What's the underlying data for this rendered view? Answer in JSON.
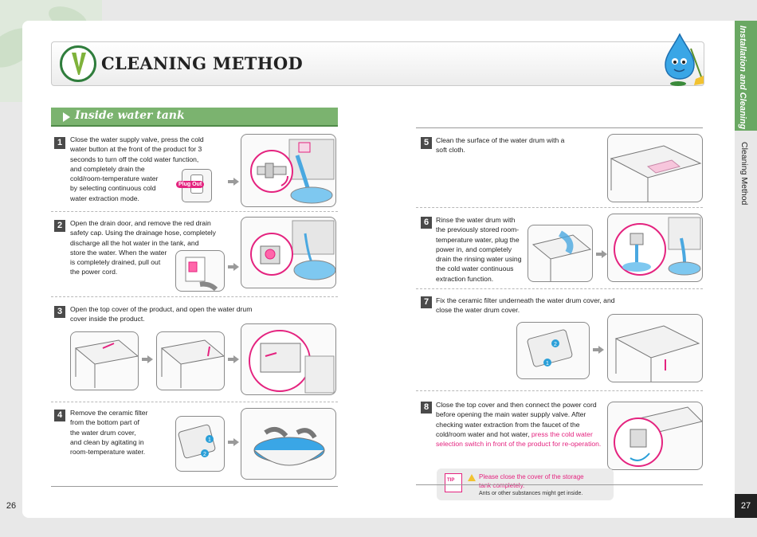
{
  "header": {
    "title": "CLEANING METHOD"
  },
  "section": {
    "title": "Inside water tank"
  },
  "steps": [
    {
      "number": "1",
      "lines": [
        "Close the water supply valve, press the cold",
        "water button at the front of the product for 3",
        "seconds to turn off the cold water function,",
        "and completely drain the",
        "cold/room-temperature water",
        "by selecting continuous cold",
        "water extraction mode."
      ]
    },
    {
      "number": "2",
      "lines": [
        "Open the drain door, and remove the red drain",
        "safety cap. Using the drainage hose, completely",
        "discharge all the hot water in the tank, and",
        "store the water. When the water",
        "is completely drained, pull out",
        "the power cord."
      ]
    },
    {
      "number": "3",
      "lines": [
        "Open the top cover of the product, and open the water drum",
        "cover inside the product."
      ]
    },
    {
      "number": "4",
      "lines": [
        "Remove the ceramic filter",
        "from the bottom part of",
        "the water drum cover,",
        "and clean by agitating in",
        "room-temperature water."
      ]
    },
    {
      "number": "5",
      "lines": [
        "Clean the surface of the water drum with a",
        "soft cloth."
      ]
    },
    {
      "number": "6",
      "lines": [
        "Rinse the water drum with",
        "the previously stored room-",
        "temperature water, plug the",
        "power in, and completely",
        "drain the rinsing water using",
        "the cold water continuous",
        "extraction function."
      ]
    },
    {
      "number": "7",
      "lines": [
        "Fix the ceramic filter underneath the water drum cover, and",
        "close the water drum cover."
      ]
    },
    {
      "number": "8",
      "lines": [
        "Close the top cover and then connect the power cord",
        "before opening the main water supply valve. After",
        "checking water extraction from the faucet of the",
        "cold/room water and hot water, "
      ],
      "highlight_lines": [
        "press the cold water",
        "selection switch in front of the product for re-operation."
      ]
    }
  ],
  "plug_label": "Plug Out",
  "callout_1": "1",
  "callout_2": "2",
  "tip": {
    "badge": "TIP",
    "warning_lines": [
      "Please close the cover of the storage",
      "tank completely."
    ],
    "note": "Ants or other substances might get inside."
  },
  "side_tabs": {
    "active": "Installation and Cleaning",
    "inactive": "Cleaning Method"
  },
  "page_numbers": {
    "left": "26",
    "right": "27"
  },
  "colors": {
    "accent_green": "#7bb36f",
    "highlight_pink": "#e4237f",
    "water_blue": "#4aa8e0"
  }
}
